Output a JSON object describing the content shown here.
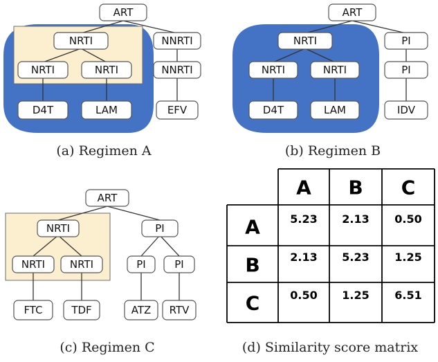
{
  "colors": {
    "blue_region": "#4472c4",
    "highlight": "#fbefd0",
    "highlight_border": "#6b6b6b"
  },
  "panels": {
    "a": {
      "caption": "(a) Regimen A",
      "nodes": [
        "ART",
        "NRTI",
        "NRTI",
        "NRTI",
        "D4T",
        "LAM",
        "NNRTI",
        "NNRTI",
        "EFV"
      ]
    },
    "b": {
      "caption": "(b) Regimen B",
      "nodes": [
        "ART",
        "NRTI",
        "NRTI",
        "NRTI",
        "D4T",
        "LAM",
        "PI",
        "PI",
        "IDV"
      ]
    },
    "c": {
      "caption": "(c) Regimen C",
      "nodes": [
        "ART",
        "NRTI",
        "NRTI",
        "NRTI",
        "FTC",
        "TDF",
        "PI",
        "PI",
        "PI",
        "ATZ",
        "RTV"
      ]
    },
    "d": {
      "caption": "(d) Similarity score matrix",
      "col_headers": [
        "A",
        "B",
        "C"
      ],
      "row_headers": [
        "A",
        "B",
        "C"
      ],
      "values": [
        [
          "5.23",
          "2.13",
          "0.50"
        ],
        [
          "2.13",
          "5.23",
          "1.25"
        ],
        [
          "0.50",
          "1.25",
          "6.51"
        ]
      ]
    }
  }
}
